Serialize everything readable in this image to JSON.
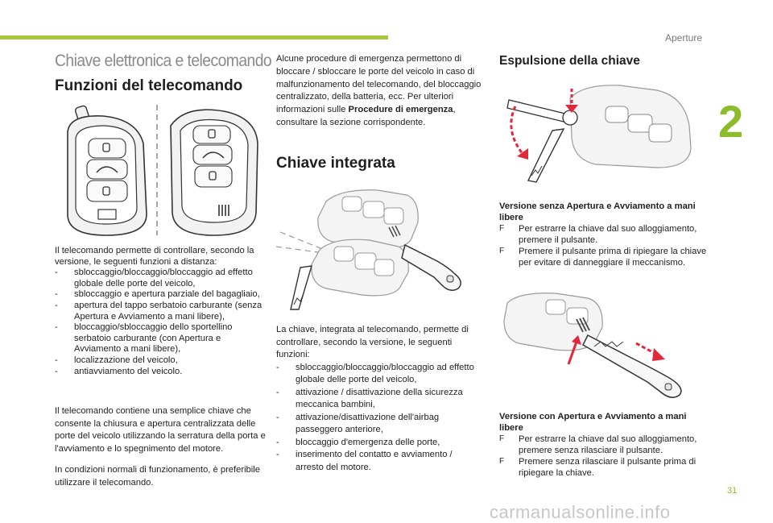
{
  "chapter": {
    "label": "Aperture",
    "number": "2"
  },
  "page_number": "31",
  "watermark": "carmanualsonline.info",
  "section_title": "Chiave elettronica e telecomando",
  "col1": {
    "heading": "Funzioni del telecomando",
    "intro": "Il telecomando permette di controllare, secondo la versione, le seguenti funzioni a distanza:",
    "items": [
      "sbloccaggio/bloccaggio/bloccaggio ad effetto globale delle porte del veicolo,",
      "sbloccaggio e apertura parziale del bagagliaio,",
      "apertura del tappo serbatoio carburante (senza Apertura e Avviamento a mani libere),",
      "bloccaggio/sbloccaggio dello sportellino serbatoio carburante (con Apertura e Avviamento a mani libere),",
      "localizzazione del veicolo,",
      "antiavviamento del veicolo."
    ],
    "para2": "Il telecomando contiene una semplice chiave che consente la chiusura e apertura centralizzata delle porte del veicolo utilizzando la serratura della porta e l'avviamento e lo spegnimento del motore.",
    "para3": "In condizioni normali di funzionamento, è preferibile utilizzare il telecomando."
  },
  "col2": {
    "para1_a": "Alcune procedure di emergenza permettono di bloccare / sbloccare le porte del veicolo in caso di malfunzionamento del telecomando, del bloccaggio centralizzato, della batteria, ecc. Per ulteriori informazioni sulle ",
    "para1_bold": "Procedure di emergenza",
    "para1_b": ", consultare la sezione corrispondente.",
    "heading": "Chiave integrata",
    "intro": "La chiave, integrata al telecomando, permette di controllare, secondo la versione, le seguenti funzioni:",
    "items": [
      "sbloccaggio/bloccaggio/bloccaggio ad effetto globale delle porte del veicolo,",
      "attivazione / disattivazione della sicurezza meccanica bambini,",
      "attivazione/disattivazione dell'airbag passeggero anteriore,",
      "bloccaggio d'emergenza delle porte,",
      "inserimento del contatto e avviamento / arresto del motore."
    ]
  },
  "col3": {
    "heading": "Espulsione della chiave",
    "block1": {
      "subhead": "Versione senza Apertura e Avviamento a mani libere",
      "items": [
        "Per estrarre la chiave dal suo alloggiamento, premere il pulsante.",
        "Premere il pulsante prima di ripiegare la chiave per evitare di danneggiare il meccanismo."
      ]
    },
    "block2": {
      "subhead": "Versione con Apertura e Avviamento a mani libere",
      "items": [
        "Per estrarre la chiave dal suo alloggiamento, premere senza rilasciare il pulsante.",
        "Premere senza rilasciare il pulsante prima di ripiegare la chiave."
      ]
    }
  },
  "bullets": {
    "dash": "-",
    "flag": "F"
  },
  "colors": {
    "accent_green": "#8cbc2c",
    "arrow_red": "#e0283a"
  }
}
